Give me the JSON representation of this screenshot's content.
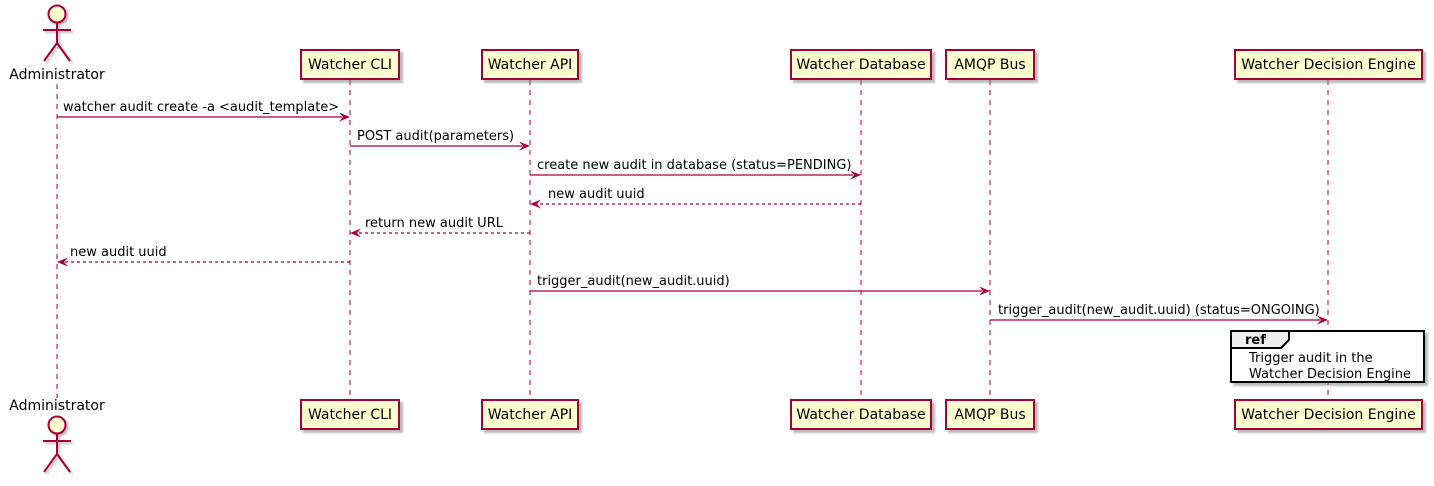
{
  "diagram": {
    "type": "sequence-diagram",
    "colors": {
      "participant_fill": "#FEFECE",
      "participant_border": "#A80036",
      "lifeline": "#A80036",
      "arrow": "#A80036",
      "text_color": "#000000",
      "ref_fill": "#FFFFFF",
      "ref_border": "#000000",
      "ref_tab_fill": "#EEEEEE",
      "background": "#FFFFFF"
    },
    "actor": {
      "name": "Administrator"
    },
    "participants": [
      {
        "name": "Watcher CLI"
      },
      {
        "name": "Watcher API"
      },
      {
        "name": "Watcher Database"
      },
      {
        "name": "AMQP Bus"
      },
      {
        "name": "Watcher Decision Engine"
      }
    ],
    "messages": [
      {
        "from": "Administrator",
        "to": "Watcher CLI",
        "label": "watcher audit create -a <audit_template>",
        "style": "solid"
      },
      {
        "from": "Watcher CLI",
        "to": "Watcher API",
        "label": "POST audit(parameters)",
        "style": "solid"
      },
      {
        "from": "Watcher API",
        "to": "Watcher Database",
        "label": "create new audit in database (status=PENDING)",
        "style": "solid"
      },
      {
        "from": "Watcher Database",
        "to": "Watcher API",
        "label": "new audit uuid",
        "style": "dashed"
      },
      {
        "from": "Watcher API",
        "to": "Watcher CLI",
        "label": "return new audit URL",
        "style": "dashed"
      },
      {
        "from": "Watcher CLI",
        "to": "Administrator",
        "label": "new audit uuid",
        "style": "dashed"
      },
      {
        "from": "Watcher API",
        "to": "AMQP Bus",
        "label": "trigger_audit(new_audit.uuid)",
        "style": "solid"
      },
      {
        "from": "AMQP Bus",
        "to": "Watcher Decision Engine",
        "label": "trigger_audit(new_audit.uuid) (status=ONGOING)",
        "style": "solid"
      }
    ],
    "ref": {
      "keyword": "ref",
      "lines": [
        "Trigger audit in the",
        "Watcher Decision Engine"
      ]
    }
  }
}
